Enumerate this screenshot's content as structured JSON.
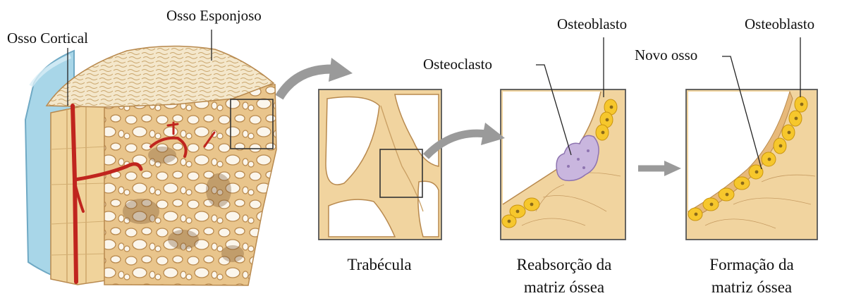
{
  "labels": {
    "osso_cortical": "Osso Cortical",
    "osso_esponjoso": "Osso Esponjoso",
    "osteoclasto": "Osteoclasto",
    "osteoblasto_1": "Osteoblasto",
    "osteoblasto_2": "Osteoblasto",
    "novo_osso": "Novo osso"
  },
  "captions": {
    "trabecula": "Trabécula",
    "reabsorcao": [
      "Reabsorção da",
      "matriz óssea"
    ],
    "formacao": [
      "Formação da",
      "matriz óssea"
    ]
  },
  "colors": {
    "bone": "#F1D49F",
    "bone_dark": "#B8894E",
    "cavity": "#FBF6EC",
    "cortical_edge": "#8DC8DE",
    "vessel": "#C0251E",
    "osteoblast": "#F6C72C",
    "osteoblast_nucleus": "#8A6A1A",
    "osteoclast": "#C9B6DE",
    "arrow_grey": "#9A9A9A",
    "frame": "#555555"
  }
}
